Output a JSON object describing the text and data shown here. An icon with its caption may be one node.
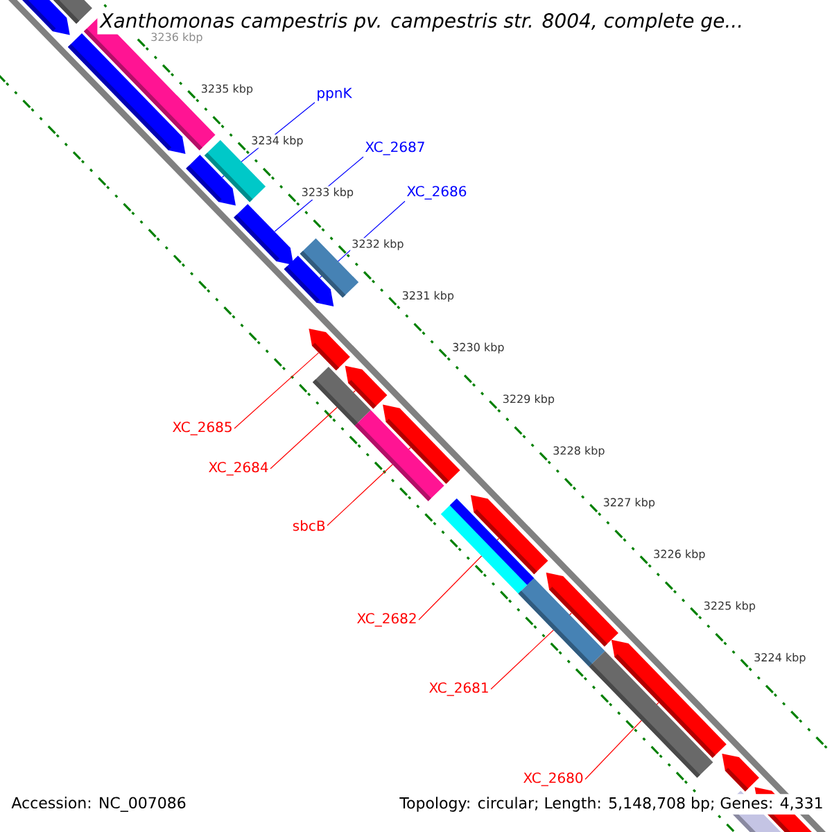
{
  "diagram": {
    "title": "Xanthomonas campestris pv. campestris str. 8004, complete ge...",
    "nodes": [
      {
        "text": [
          "ppnK"
        ]
      },
      {
        "text": [
          "XC_2687"
        ]
      },
      {
        "text": [
          "XC_2686"
        ]
      },
      {
        "text": [
          "XC_2685"
        ]
      },
      {
        "text": [
          "XC_2684"
        ]
      },
      {
        "text": [
          "sbcB"
        ]
      },
      {
        "text": [
          "XC_2682"
        ]
      },
      {
        "text": [
          "XC_2681"
        ]
      },
      {
        "text": [
          "XC_2680"
        ]
      },
      {
        "text": [],
        "shape": "arrow"
      },
      {
        "text": [],
        "shape": "arrow"
      },
      {
        "text": [],
        "shape": "arrow"
      },
      {
        "text": [],
        "shape": "arrow"
      },
      {
        "text": [],
        "shape": "arrow"
      },
      {
        "text": [],
        "shape": "arrow"
      },
      {
        "text": [],
        "shape": "arrow"
      },
      {
        "text": [],
        "shape": "arrow"
      },
      {
        "text": [],
        "shape": "arrow"
      },
      {
        "text": [],
        "shape": "arrow"
      },
      {
        "text": [],
        "shape": "arrow"
      },
      {
        "text": [],
        "shape": "arrow"
      },
      {
        "text": [],
        "shape": "arrow"
      }
    ],
    "edges": [
      {
        "from": 0,
        "to": 11,
        "arrow": "none",
        "color": "#0000ff"
      },
      {
        "from": 1,
        "to": 12,
        "arrow": "none",
        "color": "#0000ff"
      },
      {
        "from": 2,
        "to": 13,
        "arrow": "none",
        "color": "#0000ff"
      },
      {
        "from": 3,
        "to": 14,
        "arrow": "none"
      },
      {
        "from": 4,
        "to": 15,
        "arrow": "none"
      },
      {
        "from": 5,
        "to": 16,
        "arrow": "none"
      },
      {
        "from": 6,
        "to": 17,
        "arrow": "none"
      },
      {
        "from": 7,
        "to": 18,
        "arrow": "none"
      },
      {
        "from": 8,
        "to": 19,
        "arrow": "none"
      }
    ],
    "labels": [
      "3236 kbp",
      "3235 kbp",
      "3234 kbp",
      "3233 kbp",
      "3232 kbp",
      "3231 kbp",
      "3230 kbp",
      "3229 kbp",
      "3228 kbp",
      "3227 kbp",
      "3226 kbp",
      "3225 kbp",
      "3224 kbp",
      "Accession: NC_007086",
      "Topology: circular; Length: 5,148,708 bp; Genes: 4,331"
    ]
  }
}
